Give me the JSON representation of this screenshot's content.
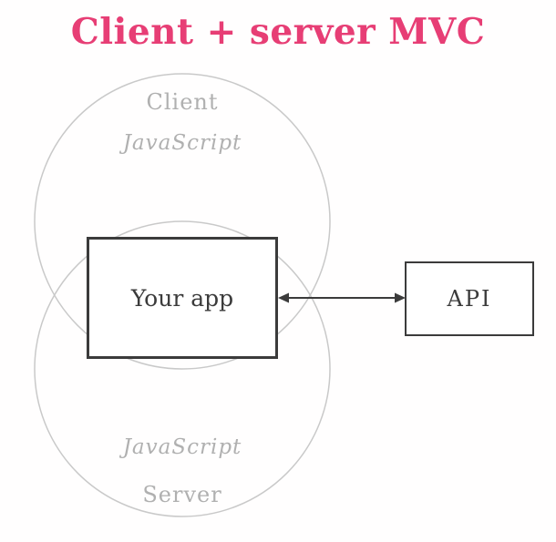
{
  "title": {
    "text": "Client + server MVC"
  },
  "colors": {
    "accent": "#e73e75",
    "circle_stroke": "#c9c9c9",
    "muted_text": "#b0b0b0",
    "dark": "#3b3b3b"
  },
  "venn": {
    "client": {
      "label": "Client",
      "tech": "JavaScript"
    },
    "server": {
      "label": "Server",
      "tech": "JavaScript"
    }
  },
  "nodes": {
    "app": {
      "label": "Your app"
    },
    "api": {
      "label": "API"
    }
  },
  "connector": {
    "type": "double-headed-arrow",
    "from": "Your app",
    "to": "API"
  }
}
